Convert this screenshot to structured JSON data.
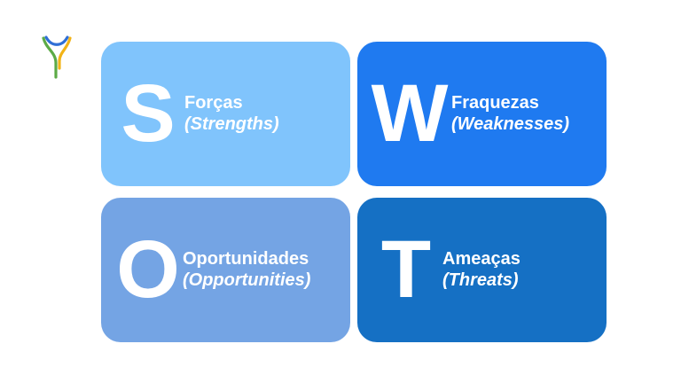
{
  "background_color": "#ffffff",
  "logo": {
    "name": "brand-logo",
    "colors": {
      "green": "#5caa46",
      "blue": "#2f6fd6",
      "yellow": "#f2b317"
    }
  },
  "swot": {
    "cards": [
      {
        "key": "strengths",
        "letter": "S",
        "title": "Forças",
        "subtitle": "(Strengths)",
        "color": "#80c4fc"
      },
      {
        "key": "weaknesses",
        "letter": "W",
        "title": "Fraquezas",
        "subtitle": "(Weaknesses)",
        "color": "#1f7af0"
      },
      {
        "key": "opportunities",
        "letter": "O",
        "title": "Oportunidades",
        "subtitle": "(Opportunities)",
        "color": "#74a4e4"
      },
      {
        "key": "threats",
        "letter": "T",
        "title": "Ameaças",
        "subtitle": "(Threats)",
        "color": "#1570c4"
      }
    ]
  }
}
